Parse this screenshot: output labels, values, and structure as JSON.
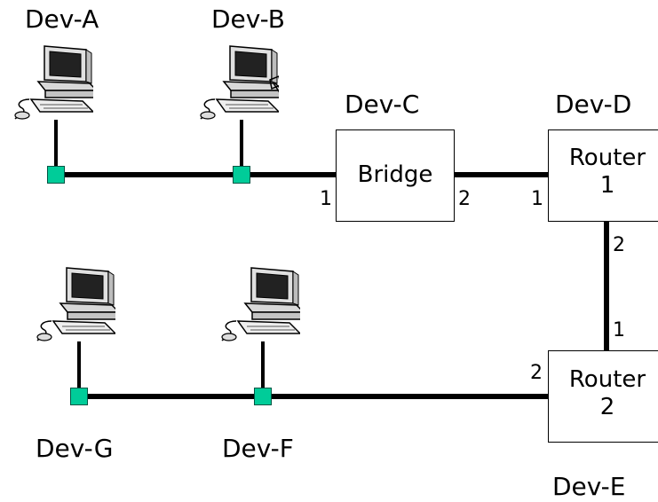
{
  "devices": {
    "dev_a": "Dev-A",
    "dev_b": "Dev-B",
    "dev_c": "Dev-C",
    "dev_d": "Dev-D",
    "dev_e": "Dev-E",
    "dev_f": "Dev-F",
    "dev_g": "Dev-G"
  },
  "bridge": {
    "label": "Bridge",
    "port_left": "1",
    "port_right": "2"
  },
  "router1": {
    "line1": "Router",
    "line2": "1",
    "port_left": "1",
    "port_bottom": "2"
  },
  "router2": {
    "line1": "Router",
    "line2": "2",
    "port_top": "1",
    "port_left": "2"
  },
  "colors": {
    "node": "#00cc99",
    "wire": "#000000"
  },
  "icons": {
    "computer": "desktop-computer-icon"
  }
}
